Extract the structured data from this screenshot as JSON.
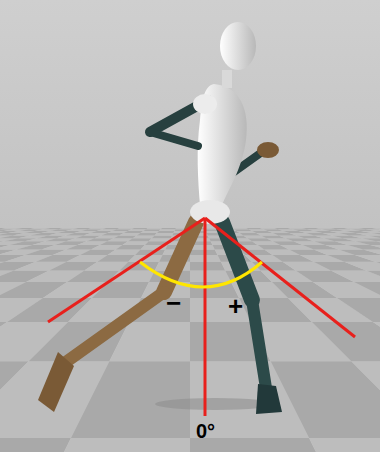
{
  "diagram": {
    "labels": [
      "−",
      "+",
      "0°"
    ]
  }
}
